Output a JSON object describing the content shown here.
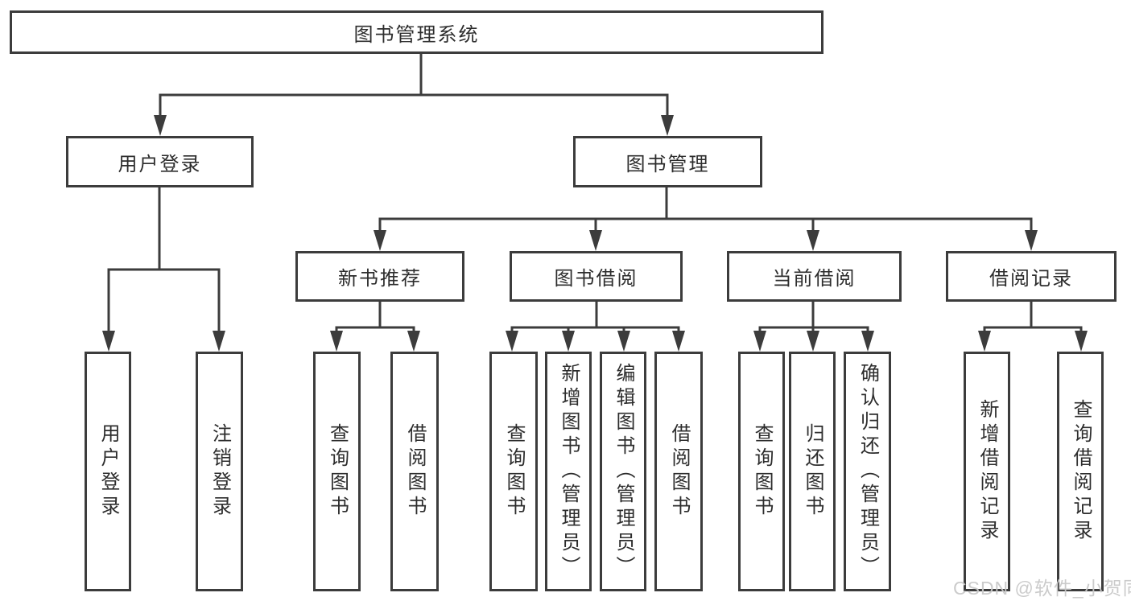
{
  "diagram": {
    "title": "图书管理系统",
    "nodes": {
      "root": "图书管理系统",
      "level2": [
        "用户登录",
        "图书管理"
      ],
      "level3": [
        "新书推荐",
        "图书借阅",
        "当前借阅",
        "借阅记录"
      ],
      "leaves": [
        "用户登录",
        "注销登录",
        "查询图书",
        "借阅图书",
        "查询图书",
        "新增图书（管理员）",
        "编辑图书（管理员）",
        "借阅图书",
        "查询图书",
        "归还图书",
        "确认归还（管理员）",
        "新增借阅记录",
        "查询借阅记录"
      ]
    },
    "colors": {
      "line": "#3c3c3c",
      "text": "#2d2d2d",
      "background": "#ffffff",
      "watermark": "#c9c9c9"
    }
  },
  "watermark": {
    "text": "CSDN @软件_小贺同学"
  }
}
